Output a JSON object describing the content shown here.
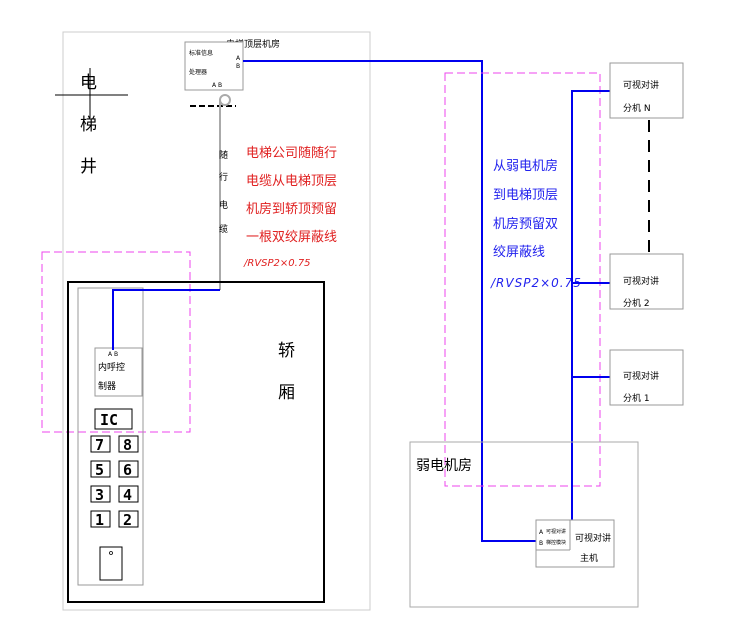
{
  "labels": {
    "elevator_shaft": [
      "电",
      "梯",
      "井"
    ],
    "machine_room": "电梯顶层机房",
    "info_processor": [
      "标准信息",
      "处理器"
    ],
    "ab_top": "A  B",
    "ab_side": [
      "A",
      "B"
    ],
    "travel_cable": [
      "随",
      "行",
      "电",
      "缆"
    ],
    "elevator_note": [
      "电梯公司随随行",
      "电缆从电梯顶层",
      "机房到轿顶预留",
      "一根双绞屏蔽线"
    ],
    "elevator_spec": "/RVSP2×0.75",
    "car": [
      "轿",
      "厢"
    ],
    "intercom_ctrl": [
      "内呼控",
      "制器"
    ],
    "ic": "IC",
    "keys": [
      "7",
      "8",
      "5",
      "6",
      "3",
      "4",
      "1",
      "2"
    ],
    "weak_note": [
      "从弱电机房",
      "到电梯顶层",
      "机房预留双",
      "绞屏蔽线"
    ],
    "weak_spec": "/RVSP2×0.75",
    "ext_n": [
      "可视对讲",
      "分机  N"
    ],
    "ext_2": [
      "可视对讲",
      "分机  2"
    ],
    "ext_1": [
      "可视对讲",
      "分机  1"
    ],
    "weak_room": "弱电机房",
    "master_inner": [
      "可视对讲",
      "梯控模块"
    ],
    "master": [
      "可视对讲",
      "主机"
    ]
  },
  "colors": {
    "wire": "#0000ee",
    "cable": "#aaaaaa",
    "dashed_zone": "#ee44ee",
    "note_red": "#e02020",
    "note_blue": "#2222ee"
  }
}
